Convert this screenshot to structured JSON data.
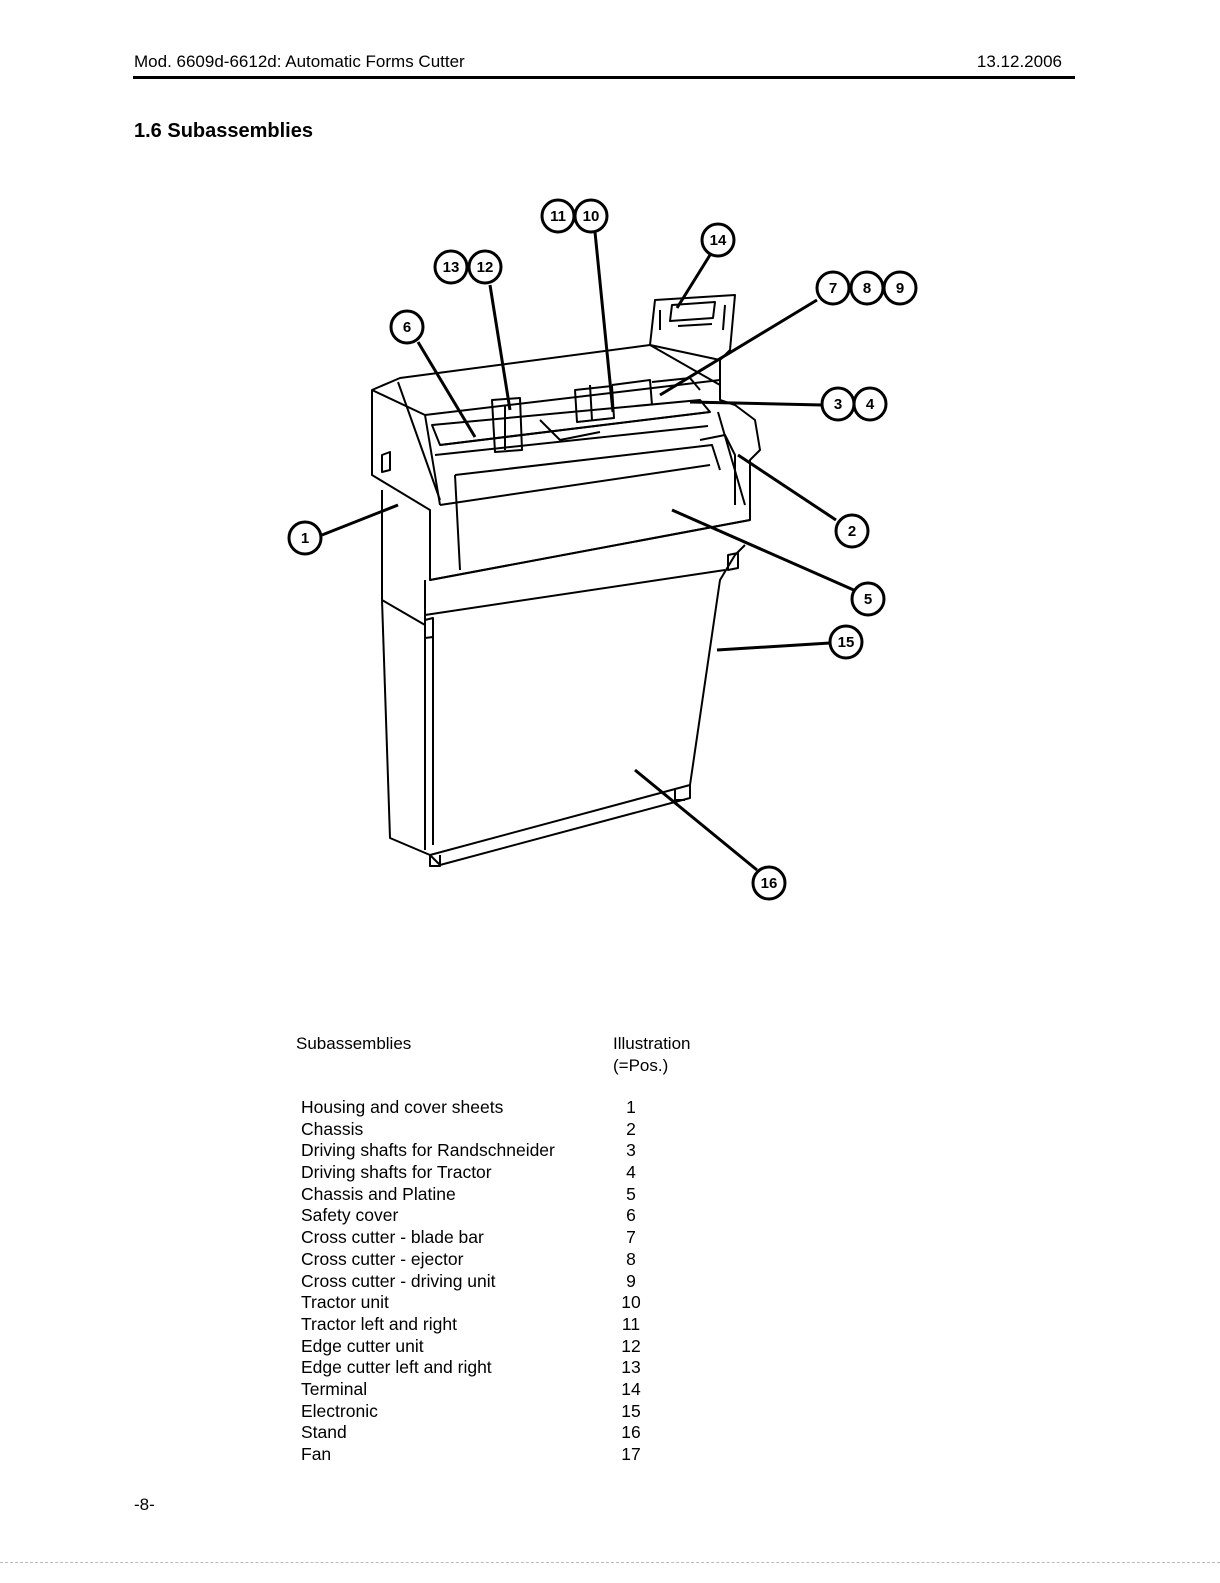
{
  "header": {
    "title": "Mod. 6609d-6612d: Automatic Forms Cutter",
    "date": "13.12.2006"
  },
  "section": {
    "title": "1.6 Subassemblies"
  },
  "figure": {
    "callouts": [
      "1",
      "2",
      "3",
      "4",
      "5",
      "6",
      "7",
      "8",
      "9",
      "10",
      "11",
      "12",
      "13",
      "14",
      "15",
      "16"
    ]
  },
  "table": {
    "col1_header": "Subassemblies",
    "col2_header_line1": "Illustration",
    "col2_header_line2": "(=Pos.)",
    "rows": [
      {
        "name": "Housing and cover sheets",
        "pos": "1"
      },
      {
        "name": "Chassis",
        "pos": "2"
      },
      {
        "name": "Driving shafts for Randschneider",
        "pos": "3"
      },
      {
        "name": "Driving shafts for Tractor",
        "pos": "4"
      },
      {
        "name": "Chassis and Platine",
        "pos": "5"
      },
      {
        "name": "Safety cover",
        "pos": "6"
      },
      {
        "name": "Cross cutter - blade bar",
        "pos": "7"
      },
      {
        "name": "Cross cutter - ejector",
        "pos": "8"
      },
      {
        "name": "Cross cutter - driving unit",
        "pos": "9"
      },
      {
        "name": "Tractor unit",
        "pos": "10"
      },
      {
        "name": "Tractor left and right",
        "pos": "11"
      },
      {
        "name": "Edge cutter unit",
        "pos": "12"
      },
      {
        "name": "Edge cutter left and right",
        "pos": "13"
      },
      {
        "name": "Terminal",
        "pos": "14"
      },
      {
        "name": "Electronic",
        "pos": "15"
      },
      {
        "name": "Stand",
        "pos": "16"
      },
      {
        "name": "Fan",
        "pos": "17"
      }
    ]
  },
  "footer": {
    "page": "-8-"
  }
}
